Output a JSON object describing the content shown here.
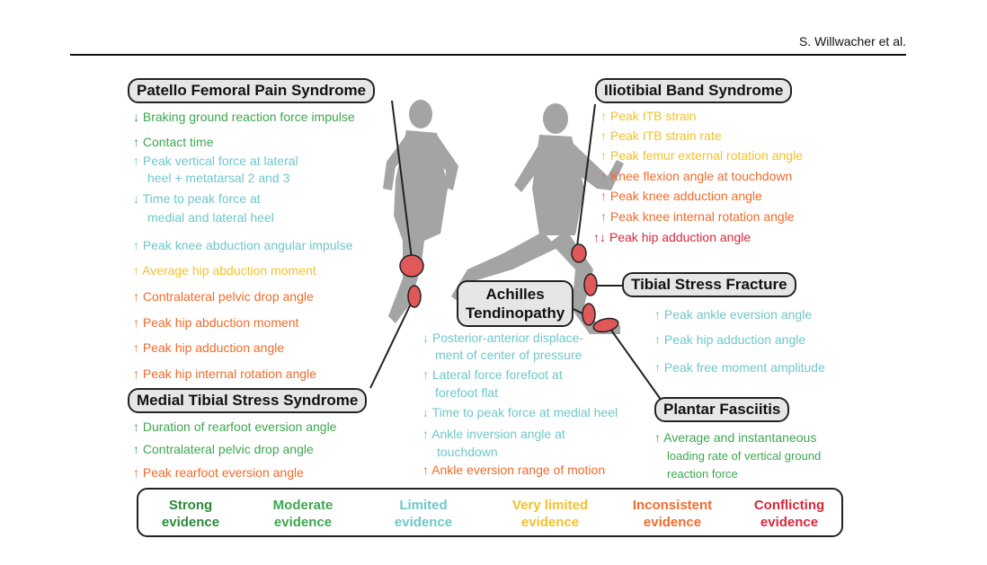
{
  "header": {
    "author": "S. Willwacher et al."
  },
  "colors": {
    "strong": "#2a8a3a",
    "moderate": "#3fa64f",
    "limited": "#6fc7c9",
    "very_limited": "#f2c12e",
    "inconsistent": "#ef6b2c",
    "conflicting": "#d8283a",
    "runner": "#9a9a9a",
    "marker": "#e05858"
  },
  "pfps": {
    "title": "Patello Femoral Pain Syndrome",
    "items": [
      {
        "text": "↓ Braking ground reaction force impulse",
        "level": "moderate"
      },
      {
        "text": "↑ Contact time",
        "level": "moderate"
      },
      {
        "text": "↑ Peak vertical force at lateral",
        "level": "limited"
      },
      {
        "text": "heel + metatarsal 2 and 3",
        "level": "limited"
      },
      {
        "text": "↓ Time to peak force at",
        "level": "limited"
      },
      {
        "text": "medial and lateral heel",
        "level": "limited"
      },
      {
        "text": "↑ Peak knee abduction angular impulse",
        "level": "limited"
      },
      {
        "text": "↑ Average hip abduction moment",
        "level": "very_limited"
      },
      {
        "text": "↑ Contralateral pelvic drop angle",
        "level": "inconsistent"
      },
      {
        "text": "↑ Peak hip abduction moment",
        "level": "inconsistent"
      },
      {
        "text": "↑ Peak hip adduction angle",
        "level": "inconsistent"
      },
      {
        "text": "↑ Peak hip internal rotation angle",
        "level": "inconsistent"
      }
    ]
  },
  "mtss": {
    "title": "Medial Tibial Stress Syndrome",
    "items": [
      {
        "text": "↑ Duration of rearfoot eversion angle",
        "level": "moderate"
      },
      {
        "text": "↑ Contralateral pelvic drop angle",
        "level": "moderate"
      },
      {
        "text": "↑ Peak rearfoot eversion angle",
        "level": "inconsistent"
      }
    ]
  },
  "itbs": {
    "title": "Iliotibial Band Syndrome",
    "items": [
      {
        "text": "↑ Peak ITB strain",
        "level": "very_limited"
      },
      {
        "text": "↑ Peak ITB  strain rate",
        "level": "very_limited"
      },
      {
        "text": "↑ Peak femur external rotation angle",
        "level": "very_limited"
      },
      {
        "text": "↑ Knee flexion angle at touchdown",
        "level": "inconsistent"
      },
      {
        "text": "↑ Peak knee adduction angle",
        "level": "inconsistent"
      },
      {
        "text": "↑ Peak knee internal rotation angle",
        "level": "inconsistent"
      },
      {
        "text": "↑↓  Peak hip adduction angle",
        "level": "conflicting"
      }
    ]
  },
  "tsf": {
    "title": "Tibial Stress Fracture",
    "items": [
      {
        "text": "↑ Peak ankle eversion angle",
        "level": "limited"
      },
      {
        "text": "↑ Peak hip adduction angle",
        "level": "limited"
      },
      {
        "text": "↑ Peak free moment amplitude",
        "level": "limited"
      }
    ]
  },
  "achilles": {
    "title_line1": "Achilles",
    "title_line2": "Tendinopathy",
    "items": [
      {
        "text": "↓ Posterior-anterior displace-",
        "level": "limited"
      },
      {
        "text": "ment of center of pressure",
        "level": "limited"
      },
      {
        "text": "↑ Lateral force forefoot at",
        "level": "limited"
      },
      {
        "text": "forefoot flat",
        "level": "limited"
      },
      {
        "text": "↓ Time to peak force at medial heel",
        "level": "limited"
      },
      {
        "text": "↑ Ankle inversion angle at",
        "level": "limited"
      },
      {
        "text": "touchdown",
        "level": "limited"
      },
      {
        "text": "↑ Ankle eversion range of motion",
        "level": "inconsistent"
      }
    ]
  },
  "plantar": {
    "title": "Plantar Fasciitis",
    "items": [
      {
        "text": "↑ Average and instantaneous",
        "level": "moderate"
      },
      {
        "text": "loading rate of vertical ground",
        "level": "moderate"
      },
      {
        "text": "reaction force",
        "level": "moderate"
      }
    ]
  },
  "legend": [
    {
      "line1": "Strong",
      "line2": "evidence",
      "level": "strong"
    },
    {
      "line1": "Moderate",
      "line2": "evidence",
      "level": "moderate"
    },
    {
      "line1": "Limited",
      "line2": "evidence",
      "level": "limited"
    },
    {
      "line1": "Very limited",
      "line2": "evidence",
      "level": "very_limited"
    },
    {
      "line1": "Inconsistent",
      "line2": "evidence",
      "level": "inconsistent"
    },
    {
      "line1": "Conflicting",
      "line2": "evidence",
      "level": "conflicting"
    }
  ]
}
